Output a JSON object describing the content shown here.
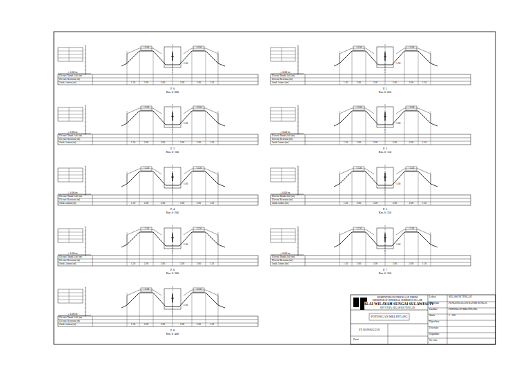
{
  "diagram": {
    "labels": [
      "± 0.00 m",
      "Elevasi Tanah Asli (m)",
      "Elevasi Rencana (m)",
      "Jarak Antara (m)",
      "1.50",
      "2.00",
      "3.00",
      "3.00",
      "2.00",
      "1.50",
      "+3.50",
      "+3.50",
      "+1.00",
      "P. 0",
      "Km. 0+000",
      "± 0.00 m",
      "Elevasi Tanah Asli (m)",
      "Elevasi Rencana (m)",
      "Jarak Antara (m)",
      "1.50",
      "2.00",
      "3.00",
      "3.00",
      "2.00",
      "1.50",
      "+3.50",
      "+3.50",
      "+1.00",
      "P. 1",
      "Km. 0+050",
      "± 0.00 m",
      "Elevasi Tanah Asli (m)",
      "Elevasi Rencana (m)",
      "Jarak Antara (m)",
      "1.50",
      "2.00",
      "3.00",
      "3.00",
      "2.00",
      "1.50",
      "+3.50",
      "+3.50",
      "+1.00",
      "P. 2",
      "Km. 0+100",
      "± 0.00 m",
      "Elevasi Tanah Asli (m)",
      "Elevasi Rencana (m)",
      "Jarak Antara (m)",
      "1.50",
      "2.00",
      "3.00",
      "3.00",
      "2.00",
      "1.50",
      "+3.50",
      "+3.50",
      "+1.00",
      "P. 3",
      "Km. 0+150",
      "± 0.00 m",
      "Elevasi Tanah Asli (m)",
      "Elevasi Rencana (m)",
      "Jarak Antara (m)",
      "1.50",
      "2.00",
      "3.00",
      "3.00",
      "2.00",
      "1.50",
      "+3.50",
      "+3.50",
      "+1.00",
      "P. 4",
      "Km. 0+200",
      "± 0.00 m",
      "Elevasi Tanah Asli (m)",
      "Elevasi Rencana (m)",
      "Jarak Antara (m)",
      "1.50",
      "2.00",
      "3.00",
      "3.00",
      "2.00",
      "1.50",
      "+3.50",
      "+3.50",
      "+1.00",
      "P. 5",
      "Km. 0+250",
      "± 0.00 m",
      "Elevasi Tanah Asli (m)",
      "Elevasi Rencana (m)",
      "Jarak Antara (m)",
      "1.50",
      "2.00",
      "3.00",
      "3.00",
      "2.00",
      "1.50",
      "+3.50",
      "+3.50",
      "+1.00",
      "P. 6",
      "Km. 0+300",
      "± 0.00 m",
      "Elevasi Tanah Asli (m)",
      "Elevasi Rencana (m)",
      "Jarak Antara (m)",
      "1.50",
      "2.00",
      "3.00",
      "3.00",
      "2.00",
      "1.50",
      "+3.50",
      "+3.50",
      "+1.00",
      "P. 7",
      "Km. 0+350",
      "± 0.00 m",
      "Elevasi Tanah Asli (m)",
      "Elevasi Rencana (m)",
      "Jarak Antara (m)",
      "1.50",
      "2.00",
      "3.00",
      "3.00",
      "2.00",
      "1.50",
      "+3.50",
      "+3.50",
      "+1.00",
      "P. 8",
      "Km. 0+400",
      "KEMENTERIAN PEKERJAAN UMUM",
      "DIREKTORAT JENDERAL SUMBER DAYA AIR",
      "BALAI WILAYAH SUNGAI SULAWESI IV",
      "SNVT PJPA SULAWESI TENGAH",
      "POTONGAN MELINTANG",
      "PT. KONSULTAN",
      "Lokasi",
      "SULAWESI TENGAH",
      "Pekerjaan",
      "PENGENDALIAN BANJIR SUNGAI",
      "Gambar",
      "POTONGAN MELINTANG",
      "Skala",
      "1 : 100",
      "Diperiksa",
      "Disetujui",
      "Digambar",
      "No. Lbr",
      "Paraf"
    ]
  }
}
